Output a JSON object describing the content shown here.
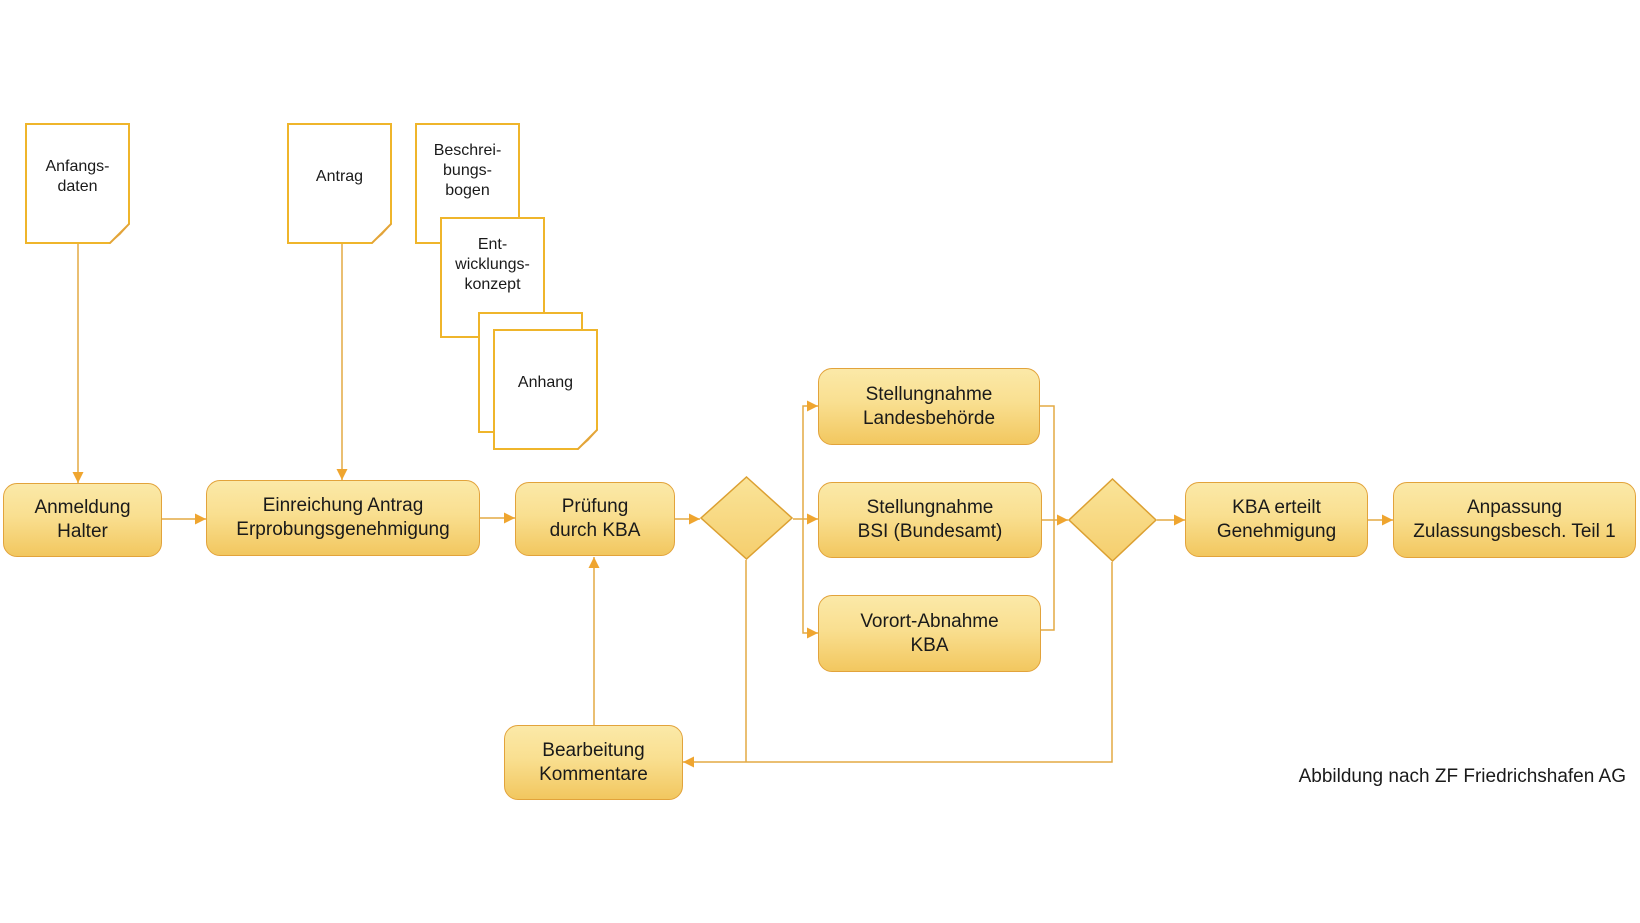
{
  "diagram": {
    "caption": "Abbildung nach ZF Friedrichshafen AG",
    "documents": {
      "anfangsdaten": {
        "lines": [
          "Anfangs-",
          "daten"
        ]
      },
      "antrag": {
        "lines": [
          "Antrag"
        ]
      },
      "beschreibungsbogen": {
        "lines": [
          "Beschrei-",
          "bungs-",
          "bogen"
        ]
      },
      "entwicklungskonzept": {
        "lines": [
          "Ent-",
          "wicklungs-",
          "konzept"
        ]
      },
      "anhang": {
        "lines": [
          "Anhang"
        ]
      }
    },
    "nodes": {
      "anmeldung": {
        "lines": [
          "Anmeldung",
          "Halter"
        ]
      },
      "einreichung": {
        "lines": [
          "Einreichung Antrag",
          "Erprobungsgenehmigung"
        ]
      },
      "pruefung": {
        "lines": [
          "Prüfung",
          "durch KBA"
        ]
      },
      "landesbehoerde": {
        "lines": [
          "Stellungnahme",
          "Landesbehörde"
        ]
      },
      "bsi": {
        "lines": [
          "Stellungnahme",
          "BSI (Bundesamt)"
        ]
      },
      "vorort": {
        "lines": [
          "Vorort-Abnahme",
          "KBA"
        ]
      },
      "kba_erteilt": {
        "lines": [
          "KBA erteilt",
          "Genehmigung"
        ]
      },
      "anpassung": {
        "lines": [
          "Anpassung",
          "Zulassungsbesch. Teil 1"
        ]
      },
      "bearbeitung": {
        "lines": [
          "Bearbeitung",
          "Kommentare"
        ]
      }
    },
    "colors": {
      "node_border": "#E2A33B",
      "node_fill_top": "#FBE9A8",
      "node_fill_bottom": "#F2C75F",
      "document_border": "#EFB52B",
      "fold_fill": "#D8D8D8",
      "connector": "#E3AA44",
      "arrowhead": "#EFA52F",
      "text": "#1A1A1A",
      "background": "#FFFFFF"
    }
  }
}
